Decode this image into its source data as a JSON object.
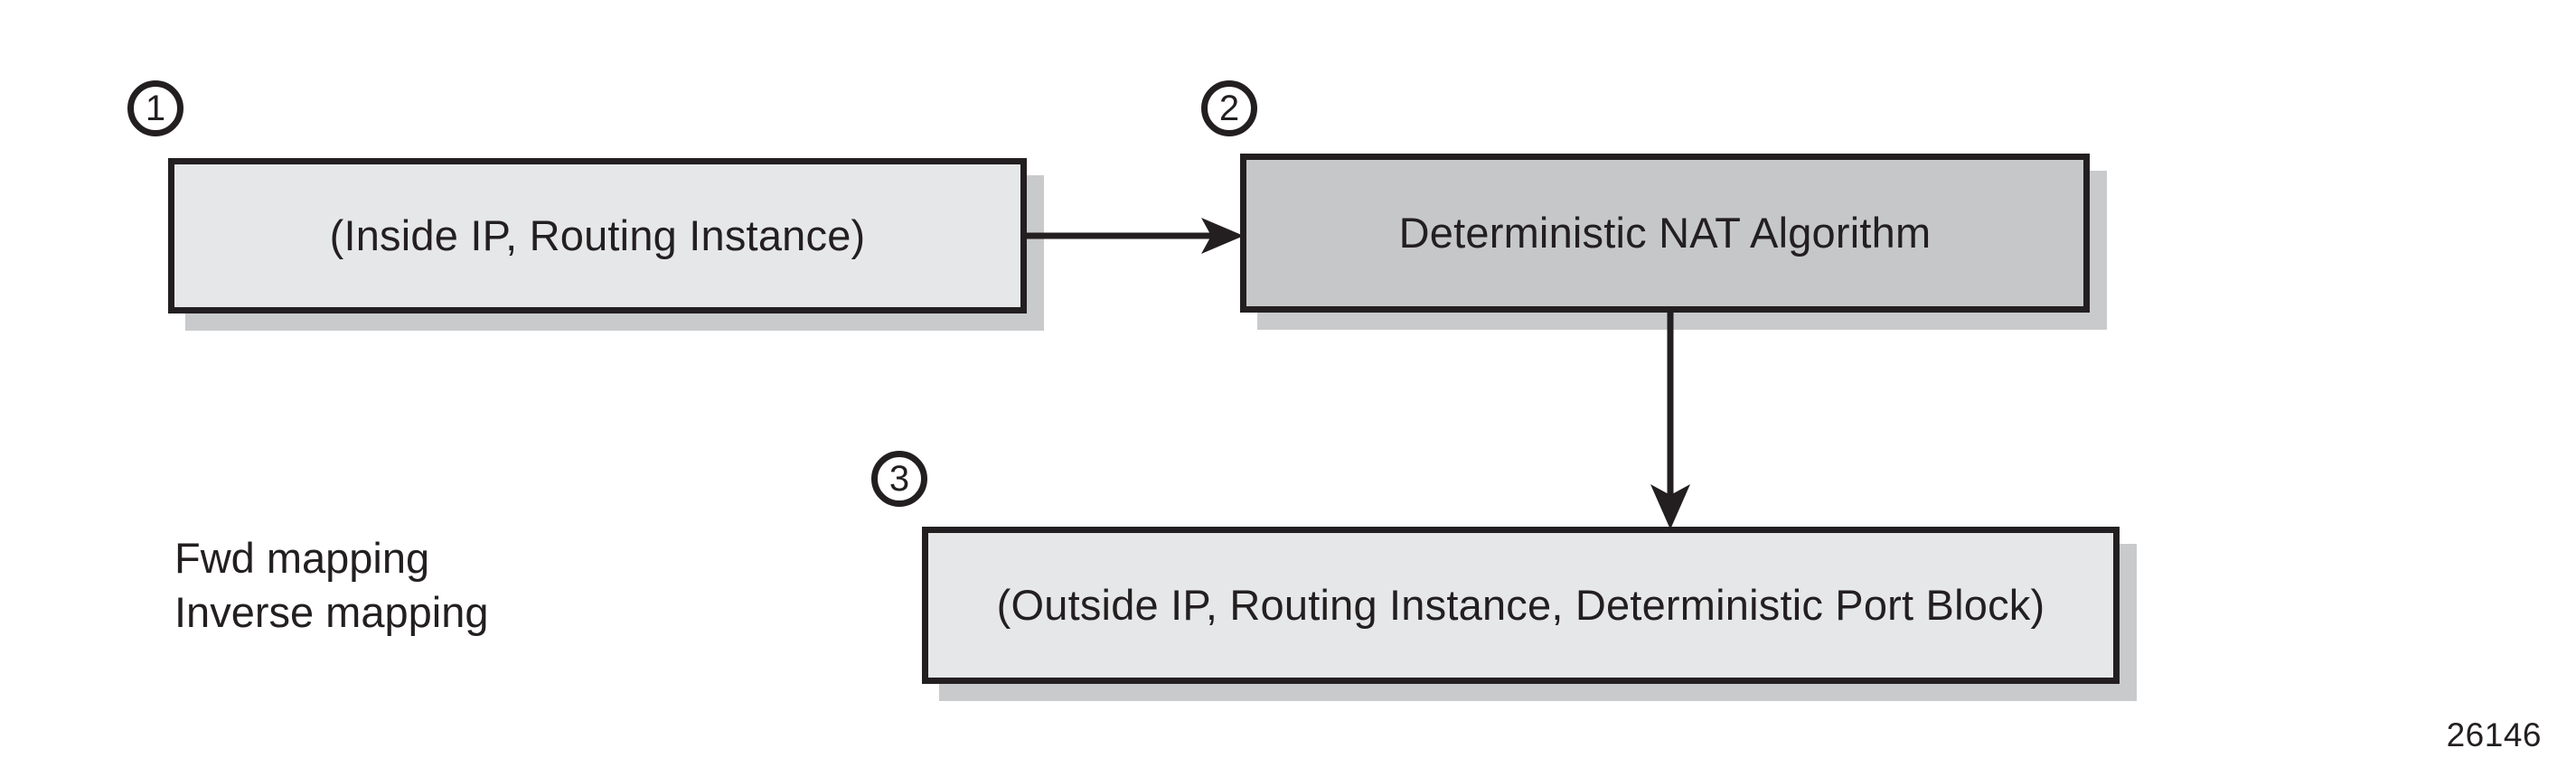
{
  "figure": {
    "number": "26146",
    "boxes": {
      "inside": {
        "label": "(Inside IP, Routing Instance)",
        "step": "1",
        "fill": "#e6e7e8"
      },
      "algorithm": {
        "label": "Deterministic NAT Algorithm",
        "step": "2",
        "fill": "#c6c7c9"
      },
      "outside": {
        "label": "(Outside IP, Routing Instance, Deterministic Port Block)",
        "step": "3",
        "fill": "#e6e7e8"
      }
    },
    "labels": {
      "forward_mapping": "Fwd mapping",
      "inverse_mapping": "Inverse mapping"
    },
    "colors": {
      "stroke": "#231f20",
      "shadow": "#c9cacc",
      "background": "#ffffff"
    }
  }
}
